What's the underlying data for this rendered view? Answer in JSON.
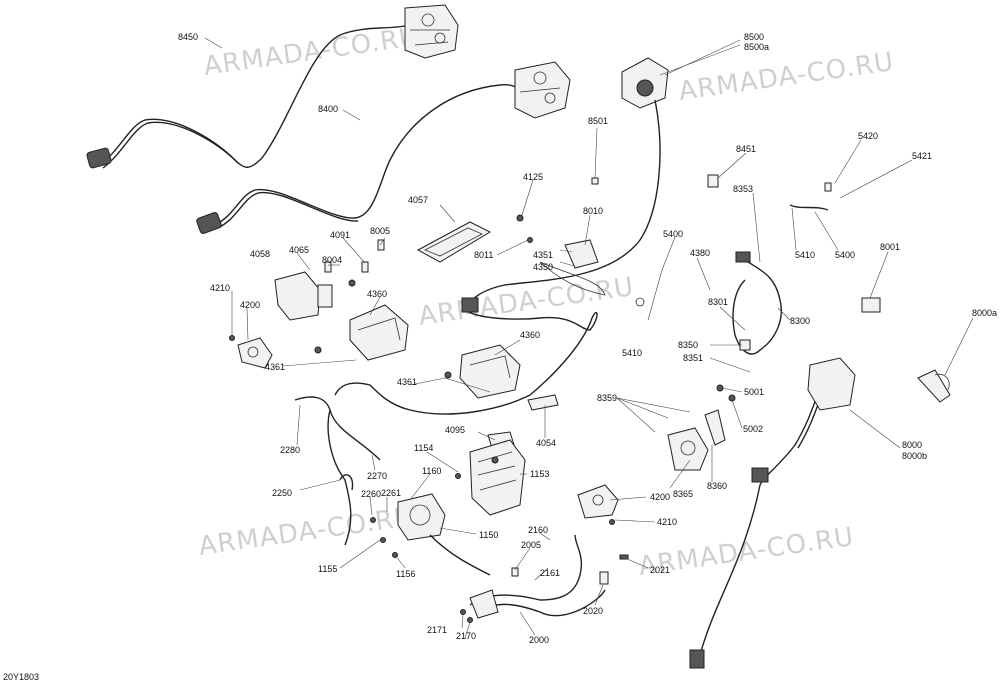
{
  "watermark": "ARMADA-CO.RU",
  "figure_code": "20Y1803",
  "labels": {
    "p8450": "8450",
    "p8400": "8400",
    "p8500": "8500",
    "p8500a": "8500a",
    "p8501": "8501",
    "p4125": "4125",
    "p8010": "8010",
    "p8011": "8011",
    "p4351": "4351",
    "p4350": "4350",
    "p4057": "4057",
    "p8005": "8005",
    "p4091": "4091",
    "p8004": "8004",
    "p4065": "4065",
    "p4058": "4058",
    "p4210a": "4210",
    "p4200a": "4200",
    "p4360a": "4360",
    "p4361a": "4361",
    "p4360b": "4360",
    "p4361b": "4361",
    "p5400a": "5400",
    "p5410a": "5410",
    "p4380": "4380",
    "p8451": "8451",
    "p8353": "8353",
    "p5420": "5420",
    "p5421": "5421",
    "p5410b": "5410",
    "p5400b": "5400",
    "p8001": "8001",
    "p8000a": "8000a",
    "p8301": "8301",
    "p8300": "8300",
    "p8350": "8350",
    "p8351": "8351",
    "p5001": "5001",
    "p5002": "5002",
    "p8359": "8359",
    "p8000": "8000",
    "p8000b": "8000b",
    "p8365": "8365",
    "p8360": "8360",
    "p4054": "4054",
    "p4095": "4095",
    "p2280": "2280",
    "p2270": "2270",
    "p2250": "2250",
    "p1154": "1154",
    "p1153": "1153",
    "p1160": "1160",
    "p2260": "2260",
    "p2261": "2261",
    "p1150": "1150",
    "p1155": "1155",
    "p1156": "1156",
    "p4200b": "4200",
    "p4210b": "4210",
    "p2160": "2160",
    "p2005": "2005",
    "p2161": "2161",
    "p2021": "2021",
    "p2020": "2020",
    "p2171": "2171",
    "p2170": "2170",
    "p2000": "2000"
  }
}
